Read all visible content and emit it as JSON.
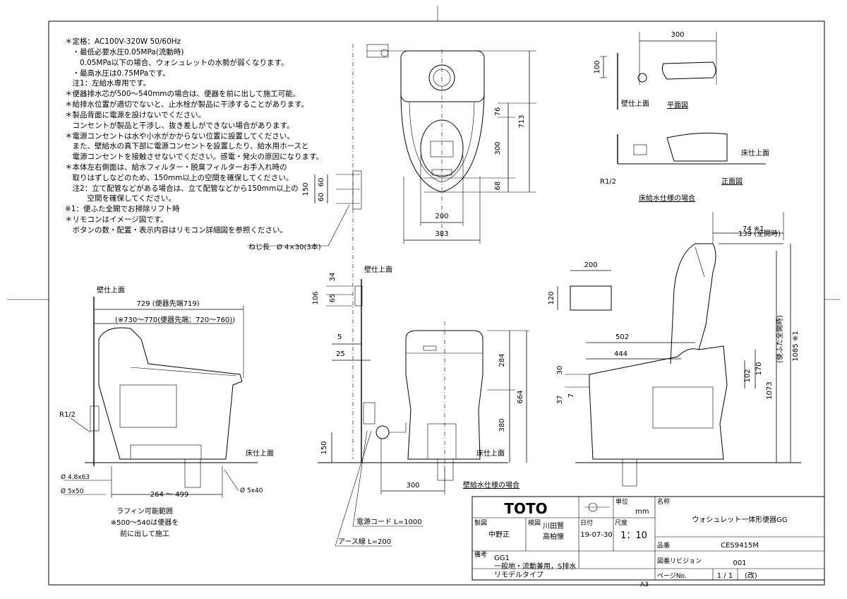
{
  "notes": [
    "＊定格：AC100V-320W 50/60Hz",
    "　・最低必要水圧0.05MPa(流動時)",
    "　　0.05MPa以下の場合、ウォシュレットの水勢が弱くなります。",
    "　・最高水圧は0.75MPaです。",
    "　注1：左給水専用です。",
    "＊便器排水芯が500～540mmの場合は、便器を前に出して施工可能。",
    "＊給排水位置が適切でないと、止水栓が製品に干渉することがあります。",
    "＊製品背面に電源を設けないでください。",
    "　コンセントが製品と干渉し、抜き差しができない場合があります。",
    "＊電源コンセントは水や小水がかからない位置に設置してください。",
    "　また、壁給水の真下部に電源コンセントを設置したり、給水用ホースと",
    "　電源コンセントを接触させないでください。感電・発火の原因になります。",
    "＊本体左右側面は、給水フィルター・脱臭フィルターお手入れ時の",
    "　取りはずしなどのため、150mm以上の空間を確保してください。",
    "　注2：立て配管などがある場合は、立て配管などから150mm以上の",
    "　　　空間を確保してください。",
    "※1：便ふた全開でお掃除リフト時",
    "＊リモコンはイメージ図です。",
    "　ボタンの数・配置・表示内容はリモコン詳細図を参照ください。"
  ],
  "labels": {
    "wall_finish": "壁仕上面",
    "floor_finish": "床仕上面",
    "plan_view": "平面図",
    "front_view": "正面図",
    "floor_supply": "床給水仕様の場合",
    "wall_supply": "壁給水仕様の場合",
    "screw": "ねじ長　Ø 4×30(3本)",
    "r12": "R1/2",
    "power_cord": "電源コード L=1000",
    "earth_wire": "アース線 L=200",
    "fully_open": "(便ふた全開時)",
    "lafin_title": "ラフィン可能範囲",
    "lafin_note1": "※500～540は便器を",
    "lafin_note2": "前に出して施工",
    "a3": "A3"
  },
  "dimensions": {
    "d300_top": "300",
    "d100": "100",
    "d713": "713",
    "d76": "76",
    "d300_mid": "300",
    "d68": "68",
    "d200_top": "200",
    "d383": "383",
    "d150_top": "150",
    "d60_a": "60",
    "d60_b": "60",
    "d139": "139 (全開時)",
    "d74": "74 ※1",
    "d200_remote": "200",
    "d120": "120",
    "d34": "34",
    "d106": "106",
    "d65": "65",
    "d5": "5",
    "d25": "25",
    "d150_front": "150",
    "d284": "284",
    "d664": "664",
    "d380": "380",
    "d300_front": "300",
    "d729": "729 (便器先端719)",
    "d730": "(※730～770(便器先端：720～760))",
    "d264": "264 ～ 499",
    "phi48": "Ø 4.8x63",
    "phi5_50": "Ø 5x50",
    "phi5_40": "Ø 5x40",
    "d502": "502",
    "d444": "444",
    "d30": "30",
    "d37": "37",
    "d7": "7",
    "d102": "102",
    "d170": "170",
    "d1073": "1073",
    "d1085": "1085 ※1"
  },
  "titleblock": {
    "brand": "TOTO",
    "unit_label": "単位",
    "unit": "mm",
    "name_label": "名称",
    "product_name": "ウォシュレット一体形便器GG",
    "drawn_label": "製図",
    "drawn_by": "中野正",
    "check_label": "検図",
    "checked_by_1": "川田賢",
    "checked_by_2": "高柏懐",
    "date_label": "日付",
    "date": "19-07-30",
    "scale_label": "尺度",
    "scale": "1：10",
    "model_label": "品番",
    "model": "CES9415M",
    "remarks_label": "備考",
    "remark_1": "GG1",
    "remark_2": "一般地・流動兼用，S排水",
    "remark_3": "リモデルタイプ",
    "revision_label": "図番リビジョン",
    "revision": "001",
    "page_label": "ページNo.",
    "page": "1 / 1",
    "sheet": "(改)"
  }
}
